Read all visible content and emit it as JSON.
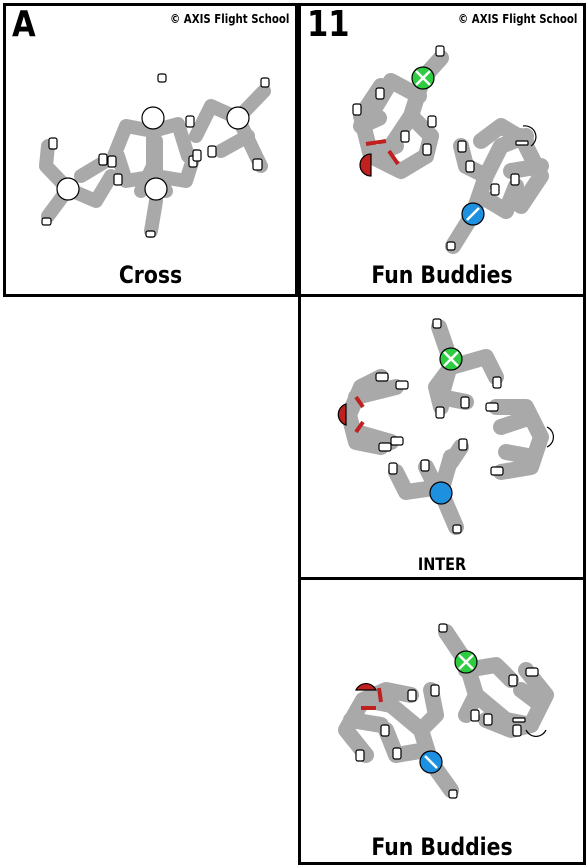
{
  "panels": [
    {
      "id": "A",
      "copyright": "© AXIS Flight School",
      "caption": "Cross"
    },
    {
      "id": "11",
      "copyright": "© AXIS Flight School",
      "caption": "Fun Buddies"
    },
    {
      "id": "",
      "copyright": "",
      "caption": "INTER"
    },
    {
      "id": "",
      "copyright": "",
      "caption": "Fun Buddies"
    }
  ],
  "colors": {
    "body": "#a9a9a9",
    "helmet_white": "#ffffff",
    "helmet_green": "#2ecc40",
    "helmet_blue": "#1e90e0",
    "grip_red": "#c0201e",
    "outline": "#000000"
  }
}
